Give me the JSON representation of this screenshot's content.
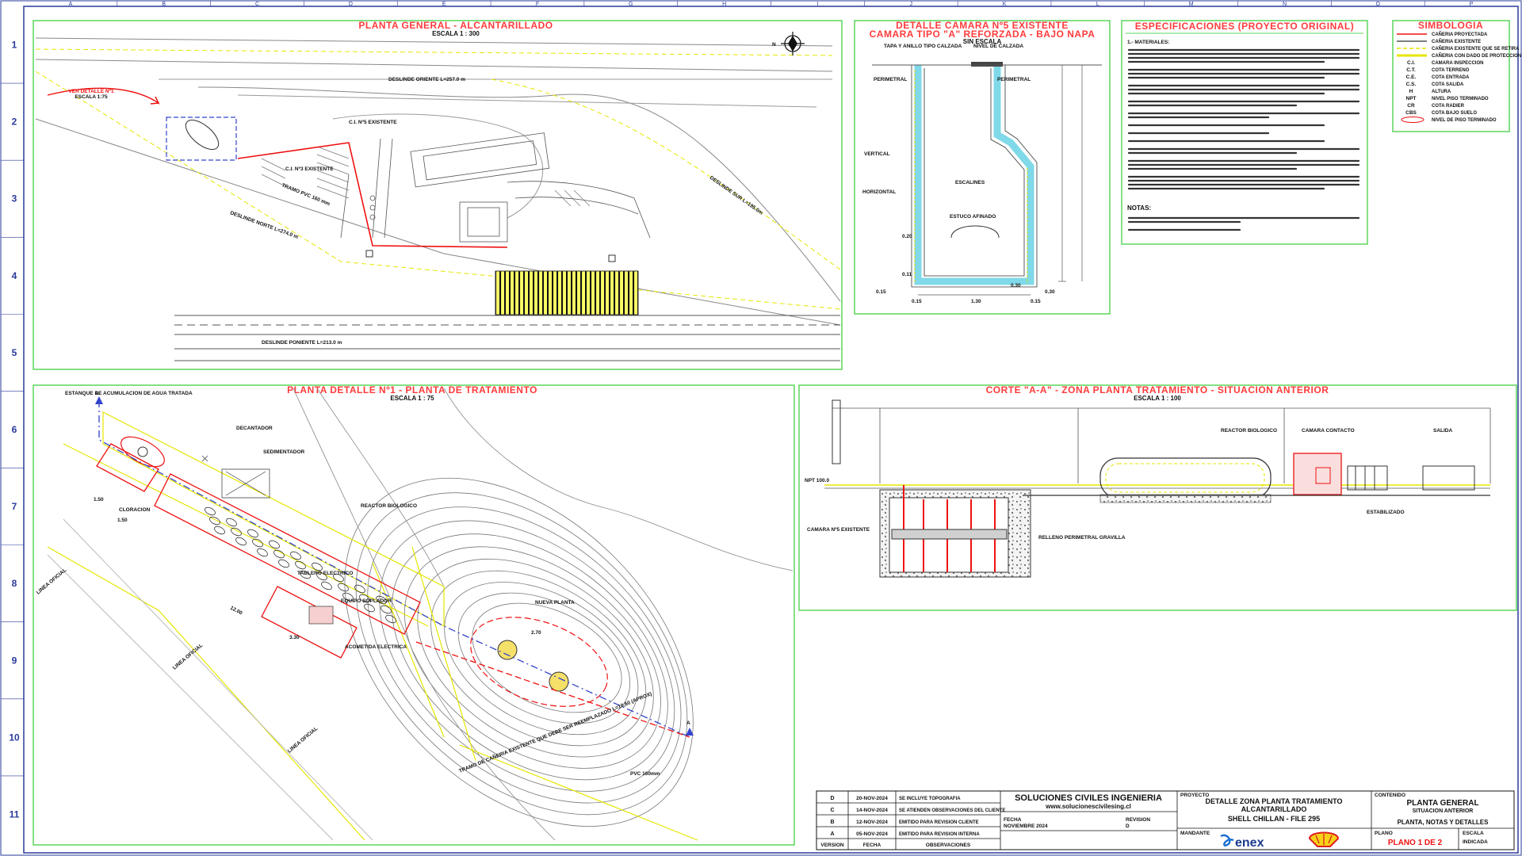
{
  "grid": {
    "cols": [
      "A",
      "B",
      "C",
      "D",
      "E",
      "F",
      "G",
      "H",
      "I",
      "J",
      "K",
      "L",
      "M",
      "N",
      "O",
      "P"
    ],
    "rows": [
      "1",
      "2",
      "3",
      "4",
      "5",
      "6",
      "7",
      "8",
      "9",
      "10",
      "11"
    ]
  },
  "panels": {
    "general": {
      "title": "PLANTA GENERAL - ALCANTARILLADO",
      "scale": "ESCALA 1 : 300",
      "callout": "VER DETALLE Nº1",
      "callout_scale": "ESCALA 1:75",
      "dim_oriente": "DESLINDE ORIENTE L=257.0 m",
      "dim_sur": "DESLINDE SUR L=195.0m",
      "dim_norte": "DESLINDE NORTE L=274.0 m",
      "dim_poniente": "DESLINDE PONIENTE L=213.0 m",
      "pipe_label": "TRAMO PVC 160 mm",
      "camara1": "C.I. Nº5 EXISTENTE",
      "camara2": "C.I. Nº3 EXISTENTE"
    },
    "camara": {
      "title1": "DETALLE CAMARA Nº5 EXISTENTE",
      "title2": "CAMARA TIPO \"A\" REFORZADA - BAJO NAPA",
      "scale": "SIN ESCALA",
      "tapa": "TAPA Y ANILLO TIPO CALZADA",
      "nivel": "NIVEL DE CALZADA",
      "perimetral": "PERIMETRAL",
      "vertical": "VERTICAL",
      "horizontal": "HORIZONTAL",
      "escalines": "ESCALINES",
      "estuco": "ESTUCO AFINADO",
      "dims": [
        "0.15",
        "1.30",
        "0.15",
        "0.30",
        "0.20",
        "0.11",
        "0.15",
        "0.30"
      ]
    },
    "specs": {
      "title": "ESPECIFICACIONES (PROYECTO ORIGINAL)",
      "heading": "1.- MATERIALES:",
      "notes_title": "NOTAS:"
    },
    "legend": {
      "title": "SIMBOLOGIA",
      "items": [
        {
          "code": "",
          "text": "CAÑERIA PROYECTADA"
        },
        {
          "code": "",
          "text": "CAÑERIA EXISTENTE"
        },
        {
          "code": "",
          "text": "CAÑERIA EXISTENTE QUE SE RETIRA"
        },
        {
          "code": "",
          "text": "CAÑERIA CON DADO DE PROTECCION"
        },
        {
          "code": "C.I.",
          "text": "CAMARA INSPECCION"
        },
        {
          "code": "C.T.",
          "text": "COTA TERRENO"
        },
        {
          "code": "C.E.",
          "text": "COTA ENTRADA"
        },
        {
          "code": "C.S.",
          "text": "COTA SALIDA"
        },
        {
          "code": "H",
          "text": "ALTURA"
        },
        {
          "code": "NPT",
          "text": "NIVEL PISO TERMINADO"
        },
        {
          "code": "CR",
          "text": "COTA RADIER"
        },
        {
          "code": "CBS",
          "text": "COTA BAJO SUELO"
        },
        {
          "code": "",
          "text": "NIVEL DE PISO TERMINADO"
        }
      ]
    },
    "detalle": {
      "title": "PLANTA DETALLE Nº1 - PLANTA DE TRATAMIENTO",
      "scale": "ESCALA 1 : 75",
      "estanque": "ESTANQUE DE ACUMULACION DE AGUA TRATADA",
      "decantador": "DECANTADOR",
      "sedimentador": "SEDIMENTADOR",
      "cloracion": "CLORACION",
      "equipo": "EQUIPO SOPLADOR",
      "acometida": "ACOMETIDA ELECTRICA",
      "tablero": "TABLERO ELECTRICO",
      "reactor": "REACTOR BIOLOGICO",
      "linea": "LINEA OFICIAL",
      "nueva": "NUEVA PLANTA",
      "pvc": "PVC 160mm",
      "tramo": "TRAMO DE CAÑERIA EXISTENTE QUE DEBE SER REEMPLAZADO L=10,60 (APROX)",
      "dims": [
        "1.50",
        "1.50",
        "12.00",
        "3.30",
        "2.70"
      ]
    },
    "corte": {
      "title": "CORTE \"A-A\" - ZONA PLANTA TRATAMIENTO - SITUACION ANTERIOR",
      "scale": "ESCALA 1 : 100",
      "npt": "NPT 100.0",
      "camara": "CAMARA Nº5 EXISTENTE",
      "relleno": "RELLENO PERIMETRAL GRAVILLA",
      "estabilizado": "ESTABILIZADO",
      "reactor": "REACTOR BIOLOGICO",
      "contacto": "CAMARA CONTACTO",
      "salida": "SALIDA"
    }
  },
  "revisions": [
    {
      "rev": "D",
      "date": "20-NOV-2024",
      "desc": "SE INCLUYE TOPOGRAFIA"
    },
    {
      "rev": "C",
      "date": "14-NOV-2024",
      "desc": "SE ATIENDEN OBSERVACIONES DEL CLIENTE"
    },
    {
      "rev": "B",
      "date": "12-NOV-2024",
      "desc": "EMITIDO PARA REVISION CLIENTE"
    },
    {
      "rev": "A",
      "date": "05-NOV-2024",
      "desc": "EMITIDO PARA REVISION INTERNA"
    }
  ],
  "revision_headers": {
    "version": "VERSION",
    "fecha": "FECHA",
    "obs": "OBSERVACIONES"
  },
  "titleblock": {
    "company": "SOLUCIONES CIVILES INGENIERIA",
    "web": "www.solucionescivilesing.cl",
    "project_label": "PROYECTO",
    "project1": "DETALLE ZONA PLANTA TRATAMIENTO",
    "project2": "ALCANTARILLADO",
    "project3": "SHELL CHILLAN - FILE 295",
    "contenido_label": "CONTENIDO",
    "content1": "PLANTA GENERAL",
    "content2": "SITUACION ANTERIOR",
    "content3": "PLANTA, NOTAS Y DETALLES",
    "mandante_label": "MANDANTE",
    "brand1": "enex",
    "plano_label": "PLANO",
    "plano": "PLANO 1 DE 2",
    "escala_label": "ESCALA",
    "escala": "INDICADA",
    "fecha_label": "FECHA",
    "fecha": "NOVIEMBRE 2024",
    "rev_label": "REVISION",
    "rev": "D"
  },
  "colors": {
    "frame": "#5cd65c",
    "title": "#ff3b3b",
    "yellow": "#e6e600",
    "cyan": "#7fd9e8",
    "line": "#666666"
  }
}
